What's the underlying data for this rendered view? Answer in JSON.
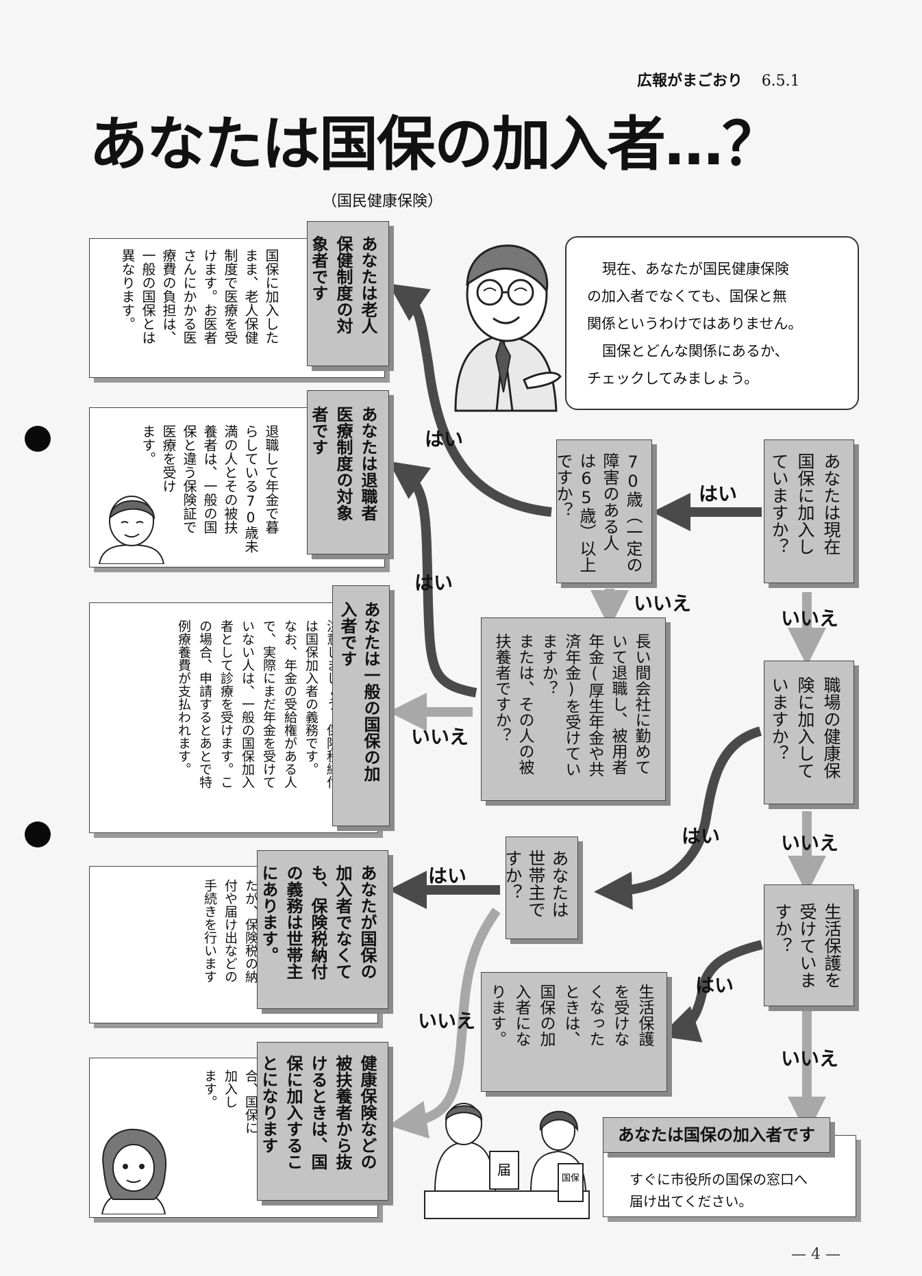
{
  "header": {
    "publication": "広報がまごおり",
    "issue": "6.5.1"
  },
  "title": {
    "main": "あなたは国保の加入者…？",
    "sub": "（国民健康保険）"
  },
  "intro": {
    "line1": "現在、あなたが国民健康保険",
    "line2": "の加入者でなくても、国保と無",
    "line3": "関係というわけではありません。",
    "line4": "国保とどんな関係にあるか、",
    "line5": "チェックしてみましょう。"
  },
  "labels": {
    "yes": "はい",
    "no": "いいえ"
  },
  "questions": {
    "q1": "あなたは現在\n国保に加入し\nていますか？",
    "q2": "職場の健康保\n険に加入して\nいますか？",
    "q3": "生活保護を\n受けていま\nすか？",
    "q4": "70歳（一定の\n障害のある人\nは65歳）以上\nですか？",
    "q5": "長い間会社に勤めて\nいて退職し、被用者\n年金(厚生年金や共\n済年金)を受けてい\nますか？\nまたは、その人の被\n扶養者ですか？",
    "q6": "あなたは\n世帯主で\nすか？",
    "q7": "生活保護\nを受けな\nくなった\nときは、\n国保の加\n入者にな\nります。"
  },
  "results": {
    "r1": {
      "title": "あなたは老人\n保健制度の対\n象者です",
      "note": "国保に加入した\nまま、老人保健\n制度で医療を受\nけます。お医者\nさんにかかる医\n療費の負担は、\n一般の国保とは\n異なります。"
    },
    "r2": {
      "title": "あなたは退職者\n医療制度の対象\n者です",
      "note": "退職して年金で暮\nらしている70歳未\n満の人とその被扶\n養者は、一般の国\n保と違う保険証で\n医療を受け\nます。"
    },
    "r3": {
      "title": "あなたは一般の国保の加\n入者です",
      "note": "保険税の納め忘れがないよう\n注意しましょう。保険税納付\nは国保加入者の義務です。\nなお、年金の受給権がある人\nで、実際にまだ年金を受けて\nいない人は、一般の国保加入\n者として診療を受けます。こ\nの場合、申請するとあとで特\n例療養費が支払われます。"
    },
    "r4": {
      "title": "あなたが国保の\n加入者でなくて\nも、保険税納付\nの義務は世帯主\nにあります。",
      "note": "世帯の中に国保の\n加入者がいる場合\nは、世帯主のあな\nたが、保険税の納\n付や届け出などの\n手続きを行います"
    },
    "r5": {
      "title": "健康保険などの\n被扶養者から抜\nけるときは、国\n保に加入するこ\nとになります",
      "note": "収入が一定額を超\nえるなどして被扶\n養者から抜けた場\n合、国保に\n加入し\nます。"
    },
    "final": {
      "title": "あなたは国保の加入者です",
      "line1": "すぐに市役所の国保の窓口へ",
      "line2": "届け出てください。"
    }
  },
  "illustration": {
    "form_text": "届",
    "sign_text": "国保"
  },
  "page_number": "— 4 —"
}
